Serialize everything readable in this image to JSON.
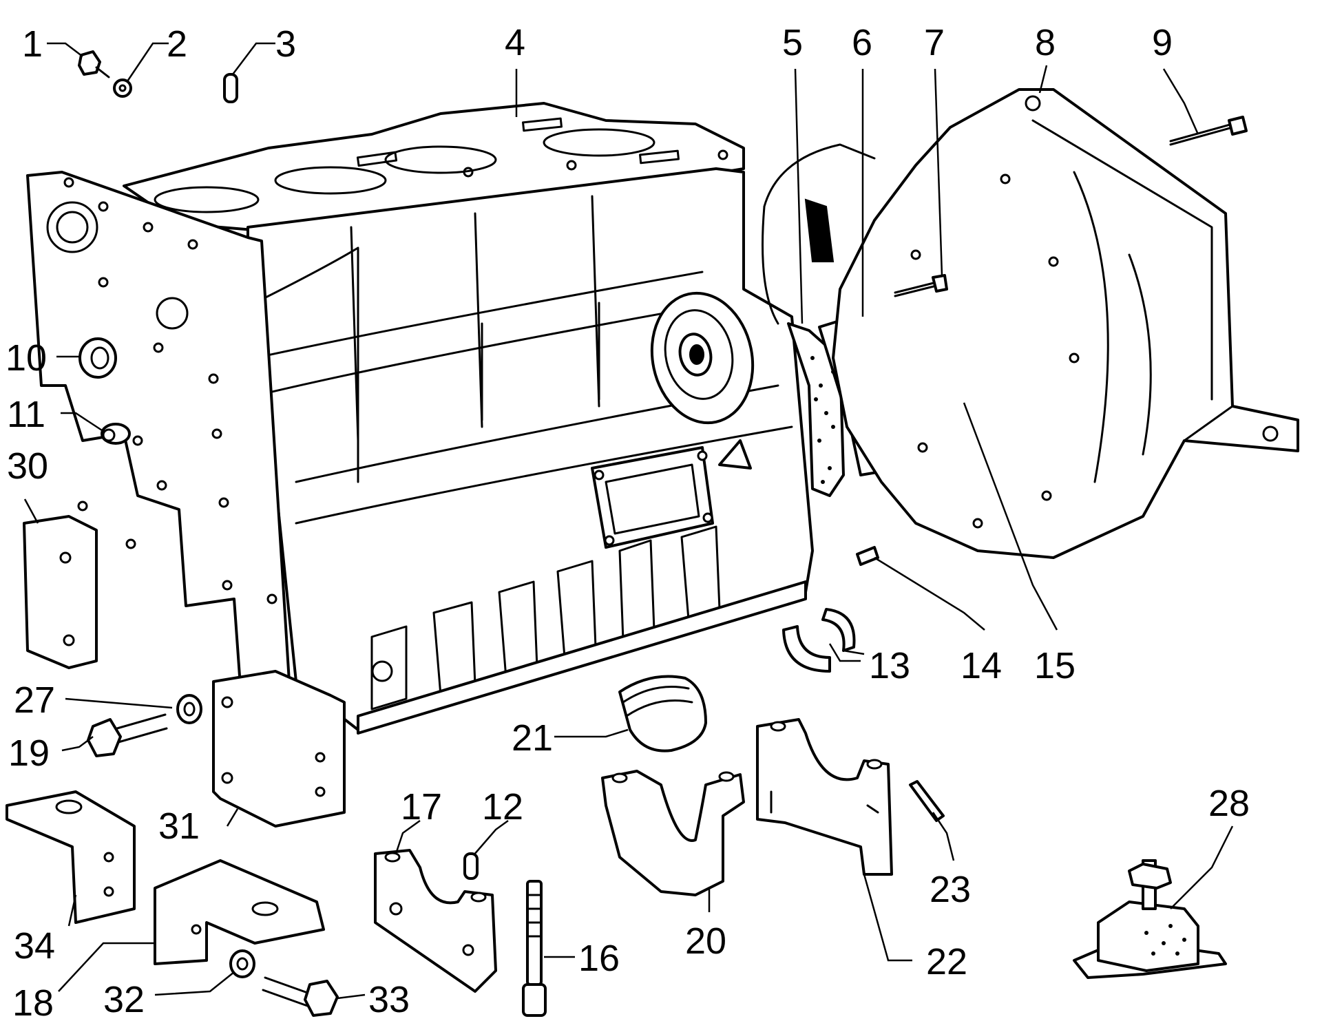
{
  "callouts": [
    {
      "id": "1",
      "text": "1"
    },
    {
      "id": "2",
      "text": "2"
    },
    {
      "id": "3",
      "text": "3"
    },
    {
      "id": "4",
      "text": "4"
    },
    {
      "id": "5",
      "text": "5"
    },
    {
      "id": "6",
      "text": "6"
    },
    {
      "id": "7",
      "text": "7"
    },
    {
      "id": "8",
      "text": "8"
    },
    {
      "id": "9",
      "text": "9"
    },
    {
      "id": "10",
      "text": "10"
    },
    {
      "id": "11",
      "text": "11"
    },
    {
      "id": "12",
      "text": "12"
    },
    {
      "id": "13",
      "text": "13"
    },
    {
      "id": "14",
      "text": "14"
    },
    {
      "id": "15",
      "text": "15"
    },
    {
      "id": "16",
      "text": "16"
    },
    {
      "id": "17",
      "text": "17"
    },
    {
      "id": "18",
      "text": "18"
    },
    {
      "id": "19",
      "text": "19"
    },
    {
      "id": "20",
      "text": "20"
    },
    {
      "id": "21",
      "text": "21"
    },
    {
      "id": "22",
      "text": "22"
    },
    {
      "id": "23",
      "text": "23"
    },
    {
      "id": "27",
      "text": "27"
    },
    {
      "id": "28",
      "text": "28"
    },
    {
      "id": "30",
      "text": "30"
    },
    {
      "id": "31",
      "text": "31"
    },
    {
      "id": "32",
      "text": "32"
    },
    {
      "id": "33",
      "text": "33"
    },
    {
      "id": "34",
      "text": "34"
    }
  ],
  "colors": {
    "line": "#000000",
    "background": "#ffffff"
  }
}
